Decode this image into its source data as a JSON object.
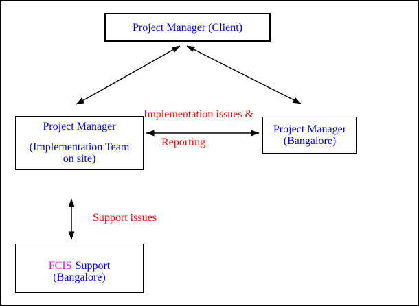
{
  "diagram": {
    "boxes": {
      "client": {
        "label": "Project Manager (Client)"
      },
      "implementation": {
        "line1": "Project Manager",
        "line2": "(Implementation Team",
        "line3": "on site)"
      },
      "bangalore_pm": {
        "line1": "Project Manager",
        "line2": "(Bangalore)"
      },
      "fcis": {
        "name": "FCIS",
        "role": "Support",
        "location": "(Bangalore)"
      }
    },
    "edge_labels": {
      "implementation_issues": "Implementation issues &",
      "reporting": "Reporting",
      "support_issues": "Support issues"
    },
    "colors": {
      "box_text": "#0000ff",
      "edge_label": "#ff0000",
      "fcis_highlight": "#ff00ff",
      "line": "#000000",
      "background": "#ffffff"
    }
  }
}
